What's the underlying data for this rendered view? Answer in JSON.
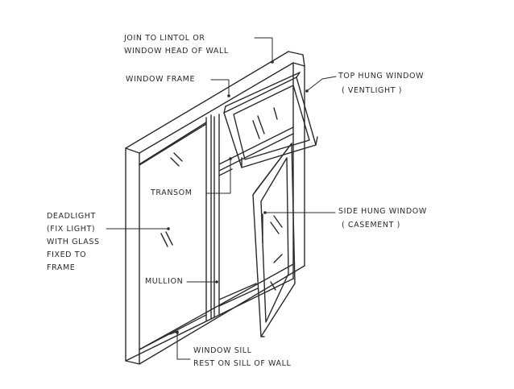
{
  "labels": {
    "join_lintel_1": "JOIN TO LINTOL OR",
    "join_lintel_2": "WINDOW HEAD OF WALL",
    "window_frame": "WINDOW FRAME",
    "top_hung_1": "TOP HUNG WINDOW",
    "top_hung_2": "( VENTLIGHT )",
    "transom": "TRANSOM",
    "side_hung_1": "SIDE HUNG WINDOW",
    "side_hung_2": "( CASEMENT )",
    "deadlight_1": "DEADLIGHT",
    "deadlight_2": "(FIX LIGHT)",
    "deadlight_3": "WITH GLASS",
    "deadlight_4": "FIXED TO",
    "deadlight_5": "FRAME",
    "mullion": "MULLION",
    "sill_1": "WINDOW SILL",
    "sill_2": "REST ON SILL OF WALL"
  },
  "colors": {
    "ink": "#2a2a2a",
    "paper": "#ffffff"
  }
}
